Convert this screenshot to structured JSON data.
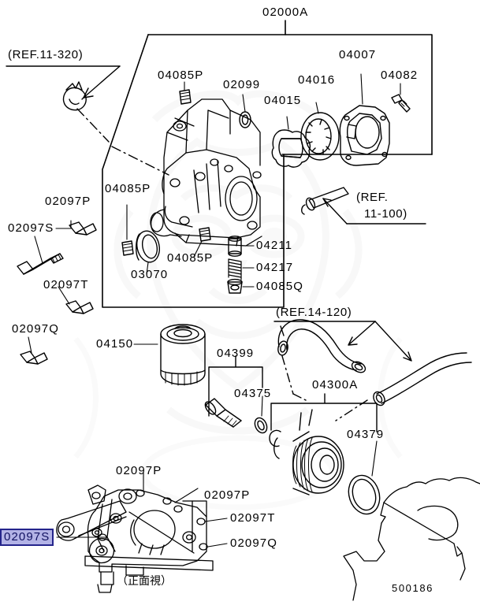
{
  "diagram": {
    "title": "02000A",
    "drawing_number": "500186",
    "view_note": "（正面視）",
    "highlight_color": "#b3b3e6",
    "highlight_border_color": "#25258c",
    "line_color": "#000000",
    "background_color": "#ffffff"
  },
  "references": {
    "ref_11_320": "(REF.11-320)",
    "ref_11_100_line1": "(REF.",
    "ref_11_100_line2": "11-100)",
    "ref_14_120": "(REF.14-120)"
  },
  "part_labels": {
    "assembly": "02000A",
    "bolt_02097p_top": "02097P",
    "bolt_02097s_top": "02097S",
    "bolt_02097t_top": "02097T",
    "bolt_02097q_top": "02097Q",
    "plug_04085p_upper": "04085P",
    "oring_02099": "02099",
    "rotor_inner_04015": "04015",
    "rotor_outer_04016": "04016",
    "gasket_04007": "04007",
    "screw_04082": "04082",
    "plug_04085p_left": "04085P",
    "plug_04085p_mid": "04085P",
    "seal_03070": "03070",
    "plunger_04211": "04211",
    "spring_04217": "04217",
    "plug_04085q": "04085Q",
    "filter_04150": "04150",
    "bolt_04399": "04399",
    "oring_04375": "04375",
    "cooler_04300a": "04300A",
    "oring_04379": "04379",
    "bolt_02097p_lower_a": "02097P",
    "bolt_02097p_lower_b": "02097P",
    "bolt_02097t_lower": "02097T",
    "bolt_02097q_lower": "02097Q",
    "bolt_02097s_selected": "02097S"
  }
}
